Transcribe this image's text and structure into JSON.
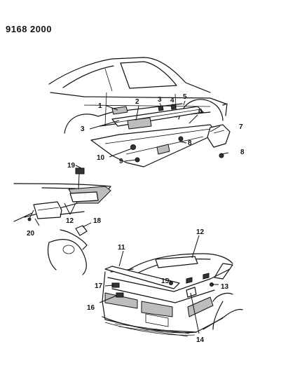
{
  "diagram_code": "9168 2000",
  "callouts": [
    {
      "id": "c1",
      "label": "1"
    },
    {
      "id": "c2",
      "label": "2"
    },
    {
      "id": "c3a",
      "label": "3"
    },
    {
      "id": "c3b",
      "label": "3"
    },
    {
      "id": "c4",
      "label": "4"
    },
    {
      "id": "c5",
      "label": "5"
    },
    {
      "id": "c6",
      "label": "6"
    },
    {
      "id": "c7",
      "label": "7"
    },
    {
      "id": "c8a",
      "label": "8"
    },
    {
      "id": "c8b",
      "label": "8"
    },
    {
      "id": "c9",
      "label": "9"
    },
    {
      "id": "c10",
      "label": "10"
    },
    {
      "id": "c11",
      "label": "11"
    },
    {
      "id": "c12a",
      "label": "12"
    },
    {
      "id": "c12b",
      "label": "12"
    },
    {
      "id": "c13",
      "label": "13"
    },
    {
      "id": "c14",
      "label": "14"
    },
    {
      "id": "c15",
      "label": "15"
    },
    {
      "id": "c16",
      "label": "16"
    },
    {
      "id": "c17",
      "label": "17"
    },
    {
      "id": "c18",
      "label": "18"
    },
    {
      "id": "c19",
      "label": "19"
    },
    {
      "id": "c20",
      "label": "20"
    }
  ]
}
